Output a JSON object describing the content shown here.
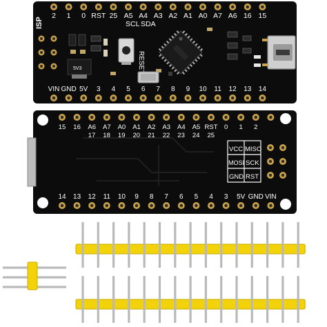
{
  "colors": {
    "pcb": "#0c0c0c",
    "silk": "#ffffff",
    "pad_gold": "#c9a24a",
    "pad_hole": "#2a2a2a",
    "header_plastic": "#f2d20a",
    "header_pin": "#b9b9b9",
    "chip": "#1a1a1a",
    "crystal": "#c8c8c8",
    "button": "#d8d8d8"
  },
  "front_board": {
    "top_row_labels": [
      "2",
      "1",
      "0",
      "RST",
      "25",
      "A5",
      "A4",
      "A3",
      "A2",
      "A1",
      "A0",
      "A7",
      "A6",
      "16",
      "15"
    ],
    "i2c_labels": [
      "SCL",
      "SDA"
    ],
    "isp_label": "ISP",
    "reset_label": "RESET",
    "bottom_row_labels": [
      "VIN",
      "GND",
      "5V",
      "3",
      "4",
      "5",
      "6",
      "7",
      "8",
      "9",
      "10",
      "11",
      "12",
      "13",
      "14"
    ],
    "crystal_label": "",
    "regulator_label": "5V3"
  },
  "back_board": {
    "top_row_labels": [
      "15",
      "16",
      "A6",
      "A7",
      "A0",
      "A1",
      "A2",
      "A3",
      "A4",
      "A5",
      "RST",
      "0",
      "1",
      "2"
    ],
    "top_row_numbers": [
      "17",
      "18",
      "19",
      "20",
      "21",
      "22",
      "23",
      "24",
      "25"
    ],
    "isp_grid": [
      "VCC",
      "MISO",
      "MOSI",
      "SCK",
      "GND",
      "RST"
    ],
    "bottom_row_labels": [
      "14",
      "13",
      "12",
      "11",
      "10",
      "9",
      "8",
      "7",
      "6",
      "5",
      "4",
      "3",
      "5V",
      "GND",
      "VIN"
    ]
  },
  "headers": {
    "long_strip_pin_count": 15,
    "short_strip_pin_count": 3
  }
}
